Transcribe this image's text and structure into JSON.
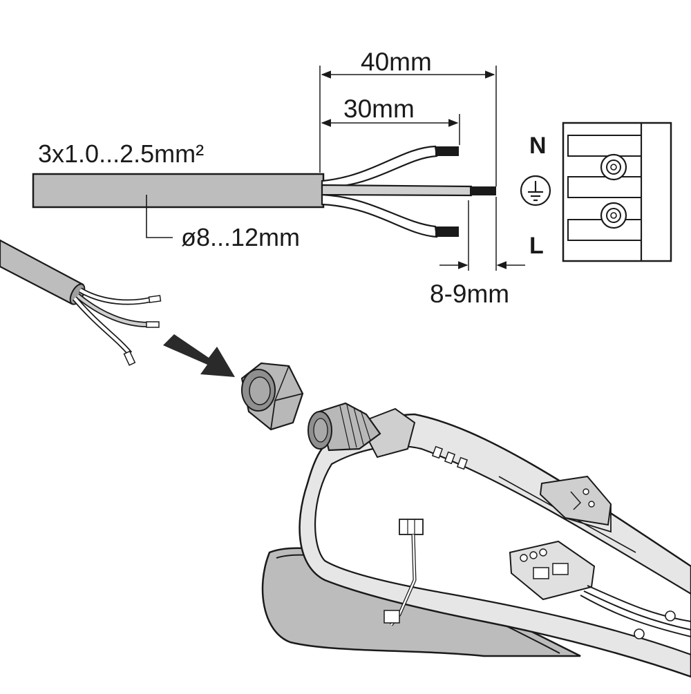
{
  "diagram": {
    "cable_spec": "3x1.0...2.5mm²",
    "cable_diameter": "ø8...12mm",
    "dim_outer_strip": "40mm",
    "dim_core_strip": "30mm",
    "dim_conductor_strip": "8-9mm",
    "terminal_labels": {
      "neutral": "N",
      "live": "L",
      "earth_symbol": "protective-earth-icon"
    },
    "colors": {
      "cable": "#bdbdbd",
      "gland": "#b8b8b8",
      "housing": "#e6e6e6",
      "lines": "#1a1a1a"
    }
  }
}
